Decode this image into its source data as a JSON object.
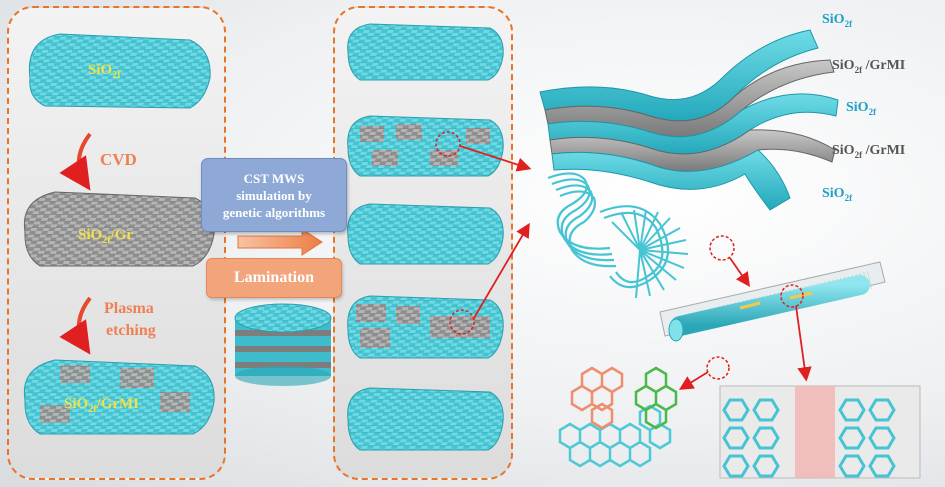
{
  "left_panel": {
    "fabric1_label": "SiO",
    "fabric1_sub": "2f",
    "step1": "CVD",
    "fabric2_label": "SiO",
    "fabric2_sub": "2f",
    "fabric2_suffix": "/Gr",
    "step2_line1": "Plasma",
    "step2_line2": "etching",
    "fabric3_label": "SiO",
    "fabric3_sub": "2f",
    "fabric3_suffix": "/GrMI"
  },
  "middle": {
    "cst_box_line1": "CST MWS",
    "cst_box_line2": "simulation by",
    "cst_box_line3": "genetic algorithms",
    "lamination_box": "Lamination"
  },
  "layer_labels": [
    {
      "main": "SiO",
      "sub": "2f",
      "suffix": ""
    },
    {
      "main": "SiO",
      "sub": "2f",
      "suffix": " /GrMI"
    },
    {
      "main": "SiO",
      "sub": "2f",
      "suffix": ""
    },
    {
      "main": "SiO",
      "sub": "2f",
      "suffix": " /GrMI"
    },
    {
      "main": "SiO",
      "sub": "2f",
      "suffix": ""
    }
  ],
  "colors": {
    "fiber": "#4fc9d6",
    "fiber_dark": "#2aa6b6",
    "graphene": "#9a9a9a",
    "dashed_border": "#e8742a",
    "red_arrow": "#e02020",
    "cvd_text": "#e8742a",
    "label_yellow": "#f2e14a",
    "layer_label_blue": "#1f9fc4",
    "layer_label_gray": "#555555"
  }
}
